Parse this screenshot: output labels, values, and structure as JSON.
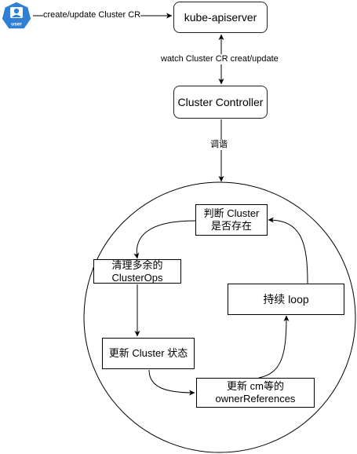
{
  "user_icon": {
    "name": "user-icon",
    "label": "user",
    "color": "#2f7fd6"
  },
  "nodes": {
    "apiserver": "kube-apiserver",
    "controller": "Cluster Controller",
    "judge": "判断 Cluster\n是否存在",
    "cleanup": "清理多余的\nClusterOps",
    "update_status": "更新 Cluster 状态",
    "update_cm": "更新 cm等的\nownerReferences",
    "loop": "持续 loop"
  },
  "edges": {
    "user_to_api": "create/update Cluster CR",
    "watch": "watch Cluster CR creat/update",
    "reconcile": "调谐"
  }
}
